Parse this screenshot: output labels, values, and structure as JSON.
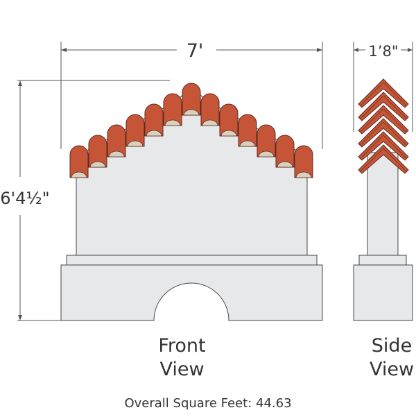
{
  "dimensions": {
    "front_width": "7'",
    "front_height": "6'4½\"",
    "side_width": "1’8\""
  },
  "labels": {
    "front_line1": "Front",
    "front_line2": "View",
    "side_line1": "Side",
    "side_line2": "View"
  },
  "footer": {
    "square_feet": "Overall Square Feet: 44.63"
  },
  "colors": {
    "tile": "#c65538",
    "tile_stroke": "#5a2a1e",
    "tile_underside": "#d9d0bd",
    "body": "#e6e8ea",
    "outline": "#444444",
    "dimension_line": "#555555"
  }
}
